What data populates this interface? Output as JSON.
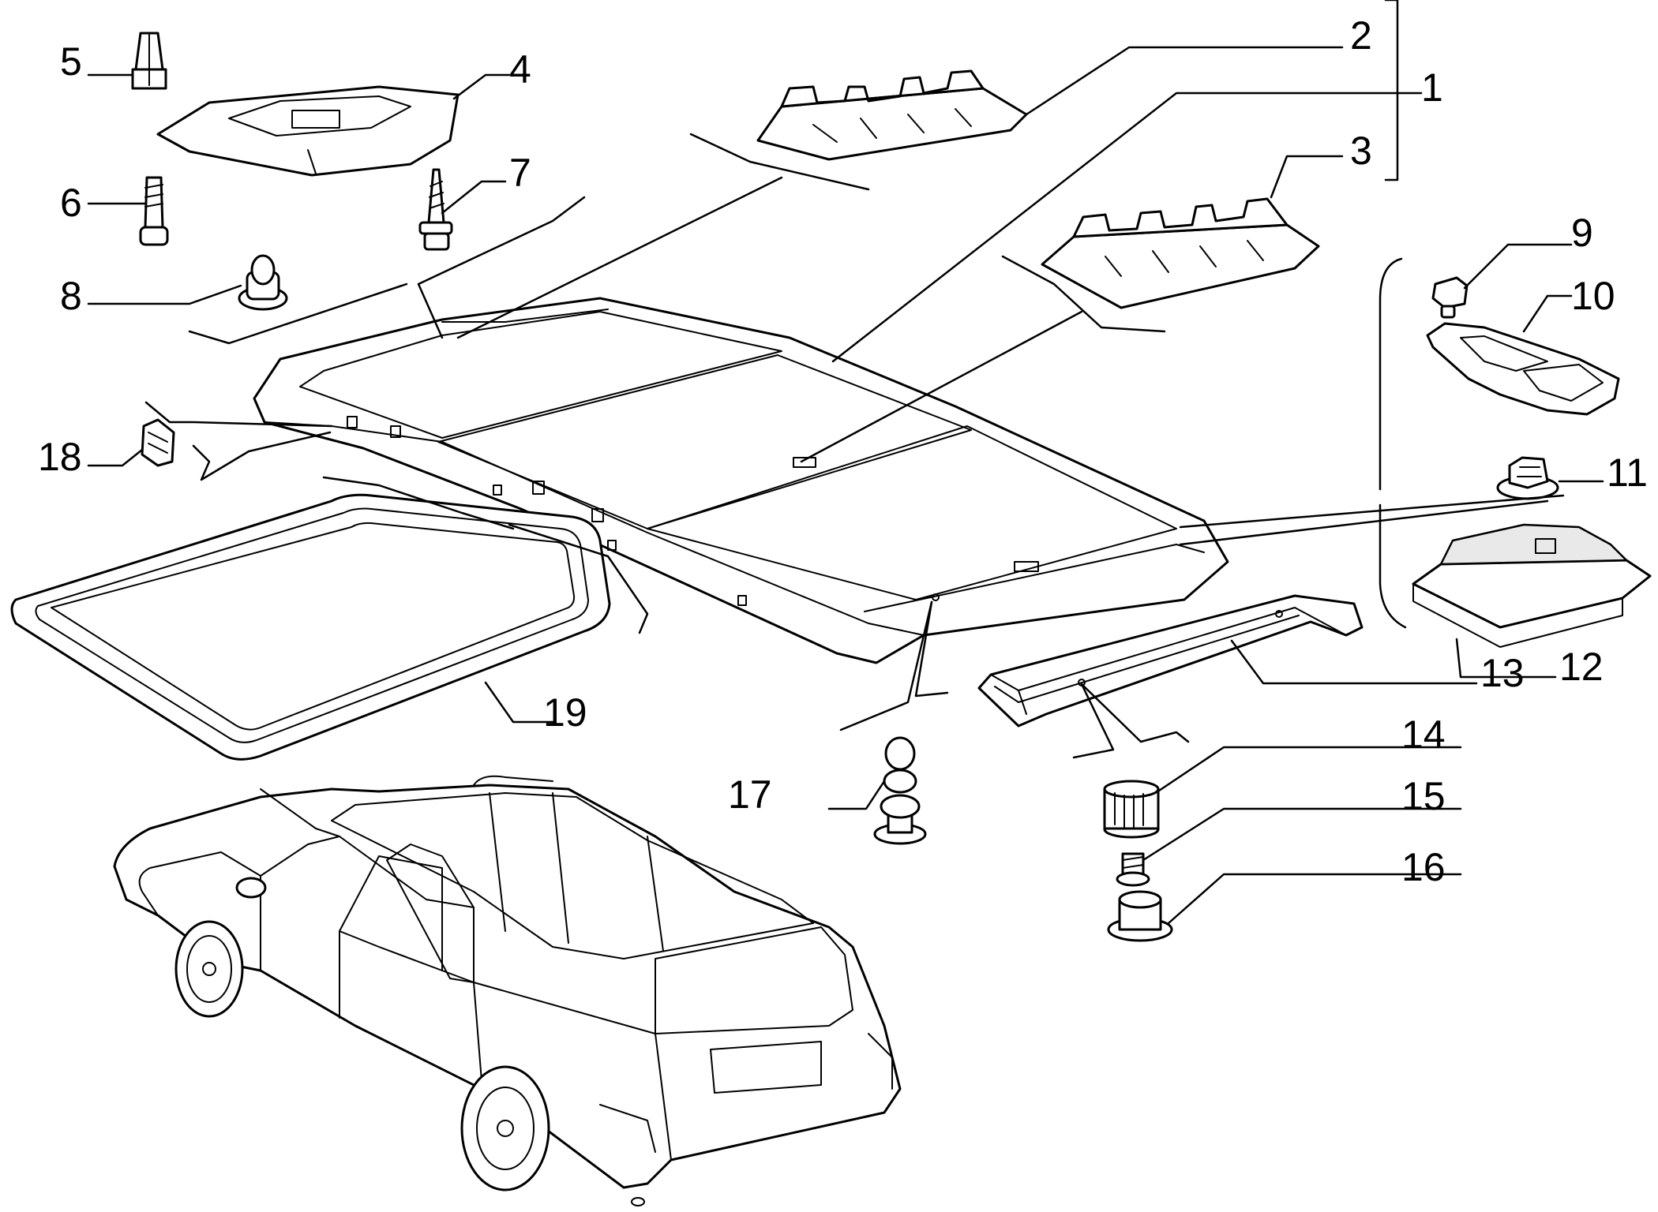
{
  "callouts": [
    {
      "label": "1"
    },
    {
      "label": "2"
    },
    {
      "label": "3"
    },
    {
      "label": "4"
    },
    {
      "label": "5"
    },
    {
      "label": "6"
    },
    {
      "label": "7"
    },
    {
      "label": "8"
    },
    {
      "label": "9"
    },
    {
      "label": "10"
    },
    {
      "label": "11"
    },
    {
      "label": "12"
    },
    {
      "label": "13"
    },
    {
      "label": "14"
    },
    {
      "label": "15"
    },
    {
      "label": "16"
    },
    {
      "label": "17"
    },
    {
      "label": "18"
    },
    {
      "label": "19"
    }
  ],
  "colors": {
    "ink": "#000000",
    "paper": "#ffffff",
    "shade": "#e9e9e9"
  }
}
